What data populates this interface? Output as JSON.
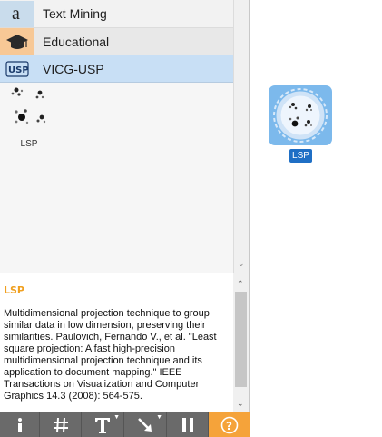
{
  "categories": [
    {
      "label": "Text Mining",
      "icon": "text-mining-a-icon"
    },
    {
      "label": "Educational",
      "icon": "graduation-cap-icon"
    },
    {
      "label": "VICG-USP",
      "icon": "usp-logo-icon",
      "selected": true
    }
  ],
  "widgets": [
    {
      "label": "LSP",
      "icon": "lsp-scatter-icon"
    }
  ],
  "description": {
    "title": "LSP",
    "text": "Multidimensional projection technique to group similar data in low dimension, preserving their similarities. Paulovich, Fernando V., et al. \"Least square projection: A fast high-precision multidimensional projection technique and its application to document mapping.\" IEEE Transactions on Visualization and Computer Graphics 14.3 (2008): 564-575."
  },
  "toolbar": {
    "buttons": [
      {
        "name": "info",
        "glyph": "i"
      },
      {
        "name": "grid",
        "glyph": "#"
      },
      {
        "name": "text",
        "glyph": "T"
      },
      {
        "name": "arrow",
        "glyph": "↘"
      },
      {
        "name": "pause",
        "glyph": "❚❚"
      },
      {
        "name": "help",
        "glyph": "?"
      }
    ]
  },
  "canvas": {
    "node_label": "LSP"
  },
  "colors": {
    "accent_orange": "#f0a020",
    "selection_blue": "#c8dff5",
    "node_blue": "#7cb9ec",
    "label_blue": "#1f6fc5",
    "toolbar_gray": "#6a6a6a",
    "help_orange": "#f5a33a"
  }
}
